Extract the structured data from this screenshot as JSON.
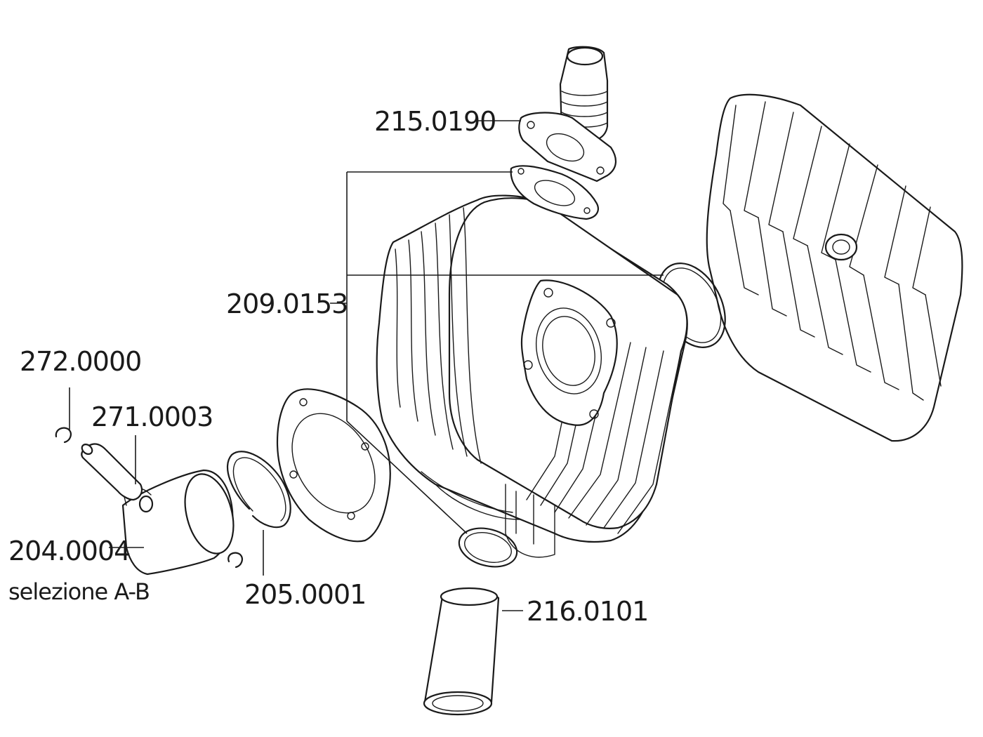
{
  "labels": {
    "intake_manifold": "215.0190",
    "gasket_set": "209.0153",
    "circlip": "272.0000",
    "piston_pin": "271.0003",
    "piston": "204.0004",
    "piston_note": "selezione A-B",
    "piston_ring": "205.0001",
    "exhaust_stub": "216.0101"
  }
}
